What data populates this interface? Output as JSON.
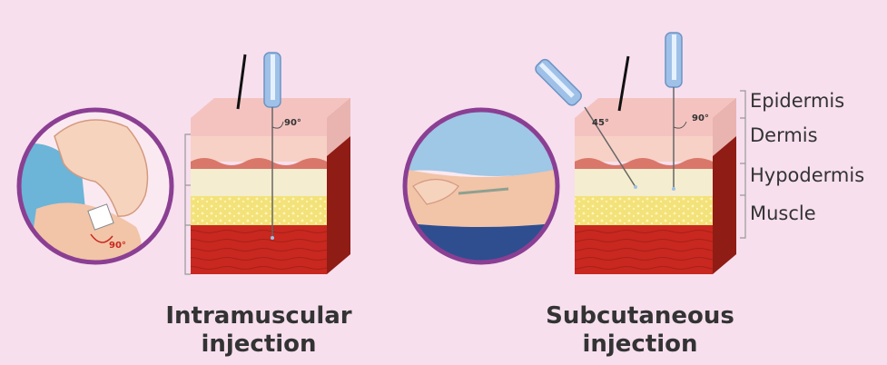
{
  "panels": {
    "intramuscular": {
      "caption_line1": "Intramuscular",
      "caption_line2": "injection",
      "needle_angle": "90°",
      "inset_angle": "90°"
    },
    "subcutaneous": {
      "caption_line1": "Subcutaneous",
      "caption_line2": "injection",
      "angle_left": "45°",
      "angle_right": "90°"
    }
  },
  "layers": {
    "epidermis": "Epidermis",
    "dermis": "Dermis",
    "hypodermis": "Hypodermis",
    "muscle": "Muscle"
  },
  "colors": {
    "background": "#f7dfee",
    "epidermis": "#f4c3c0",
    "dermis": "#f7d1c6",
    "hypodermis": "#f5edcf",
    "fat": "#f3e27a",
    "muscle": "#c8281f",
    "circle_border": "#8b3f93",
    "needle": "#9fc1e8"
  }
}
